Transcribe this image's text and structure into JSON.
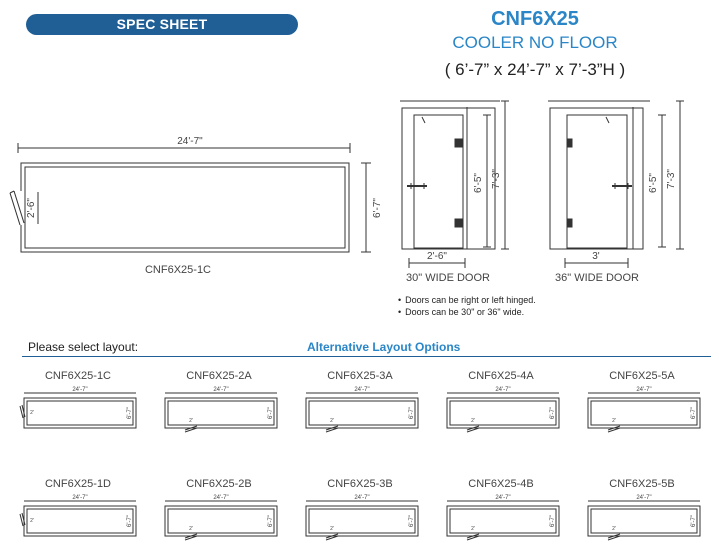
{
  "header": {
    "spec_sheet_label": "SPEC SHEET",
    "model": "CNF6X25",
    "type": "COOLER NO FLOOR",
    "dimensions": "( 6’-7” x 24’-7” x 7’-3”H )"
  },
  "main_plan": {
    "length": "24'-7\"",
    "width": "6'-7\"",
    "door_width": "2'-6\"",
    "caption": "CNF6X25-1C"
  },
  "door_30": {
    "door_height": "6'-5\"",
    "panel_height": "7'-3\"",
    "door_width": "2'-6\"",
    "caption": "30\" WIDE DOOR"
  },
  "door_36": {
    "door_height": "6'-5\"",
    "panel_height": "7'-3\"",
    "door_width": "3'",
    "caption": "36\" WIDE DOOR"
  },
  "notes": [
    "Doors can be right or left hinged.",
    "Doors can be 30\" or 36\" wide."
  ],
  "layout_section": {
    "select_label": "Please select layout:",
    "alt_label": "Alternative Layout Options"
  },
  "layouts": [
    {
      "name": "CNF6X25-1C",
      "length": "24'-7\"",
      "width": "6'-7\"",
      "door_label": "2'"
    },
    {
      "name": "CNF6X25-2A",
      "length": "24'-7\"",
      "width": "6'-7\"",
      "door_label": "2'"
    },
    {
      "name": "CNF6X25-3A",
      "length": "24'-7\"",
      "width": "6'-7\"",
      "door_label": "2'"
    },
    {
      "name": "CNF6X25-4A",
      "length": "24'-7\"",
      "width": "6'-7\"",
      "door_label": "2'"
    },
    {
      "name": "CNF6X25-5A",
      "length": "24'-7\"",
      "width": "6'-7\"",
      "door_label": "2'"
    },
    {
      "name": "CNF6X25-1D",
      "length": "24'-7\"",
      "width": "6'-7\"",
      "door_label": "2'"
    },
    {
      "name": "CNF6X25-2B",
      "length": "24'-7\"",
      "width": "6'-7\"",
      "door_label": "2'"
    },
    {
      "name": "CNF6X25-3B",
      "length": "24'-7\"",
      "width": "6'-7\"",
      "door_label": "2'"
    },
    {
      "name": "CNF6X25-4B",
      "length": "24'-7\"",
      "width": "6'-7\"",
      "door_label": "2'"
    },
    {
      "name": "CNF6X25-5B",
      "length": "24'-7\"",
      "width": "6'-7\"",
      "door_label": "2'"
    }
  ]
}
